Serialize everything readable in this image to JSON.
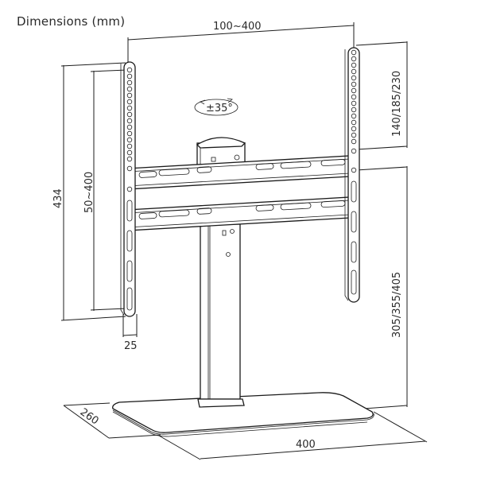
{
  "title": "Dimensions (mm)",
  "dimensions": {
    "vesa_horizontal": "100~400",
    "arm_height": "140/185/230",
    "total_height": "434",
    "vesa_vertical": "50~400",
    "depth_profile": "25",
    "rotation": "±35°",
    "height_adjust": "305/355/405",
    "base_depth": "260",
    "base_width": "400"
  },
  "colors": {
    "line": "#1e1e1e",
    "text": "#2a2a2a",
    "background": "#ffffff"
  }
}
